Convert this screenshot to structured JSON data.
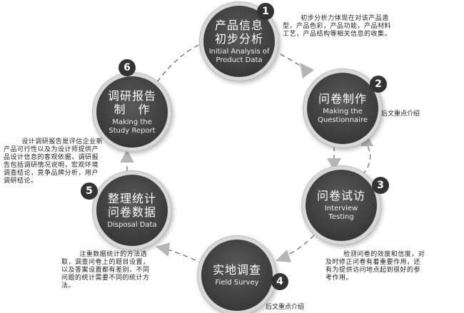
{
  "steps": [
    {
      "num": "1",
      "cn1": "产品信息",
      "cn2": "初步分析",
      "en1": "Initial Analysis of",
      "en2": "Product Data"
    },
    {
      "num": "2",
      "cn1": "问卷制作",
      "cn2": "",
      "en1": "Making the",
      "en2": "Questionnaire"
    },
    {
      "num": "3",
      "cn1": "问卷试访",
      "cn2": "",
      "en1": "Interview",
      "en2": "Testing"
    },
    {
      "num": "4",
      "cn1": "实地调查",
      "cn2": "",
      "en1": "Field Survey",
      "en2": ""
    },
    {
      "num": "5",
      "cn1": "整理统计",
      "cn2": "问卷数据",
      "en1": "Disposal Data",
      "en2": ""
    },
    {
      "num": "6",
      "cn1": "调研报告",
      "cn2": "制　作",
      "en1": "Making the",
      "en2": "Study Report"
    }
  ],
  "notes": {
    "n1": "初步分析力体现在对该产品造型，产品色彩，产品功能，产品材料工艺，产品结构等相关信息的收集。",
    "n3": "检测问卷的效度和信度，对及时修正问卷有着重要作用，还有为提供访问地点起到很好的参考作用。",
    "n5": "注重数据统计的方法选取，调查问卷上的题目设置，以及答案设置都有差别，不同问题的统计需要不同的统计方法。",
    "n6": "设计调研报告是评估企业新产品可行性以及为设计师提供产品设计信息的客观依据，调研报告包括调研情况说明，宏观环境调查结论，竞争品牌分析，用户调研结论。"
  },
  "tags": {
    "t2": "后文重点介绍",
    "t4": "后文重点介绍"
  }
}
